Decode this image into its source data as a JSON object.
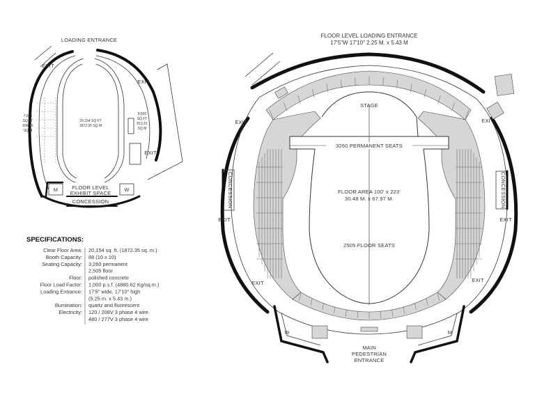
{
  "left_plan": {
    "loading_entrance": "LOADING ENTRANCE",
    "exit": "EXIT",
    "center_area": [
      "20,154 SQ FT",
      "1872.35 SQ M"
    ],
    "left_area": [
      "7,505",
      "SQ FT",
      "696.76",
      "SQ M"
    ],
    "right_area": [
      "8,600",
      "SQ FT",
      "813.15",
      "SQ M"
    ],
    "exhibit_label": [
      "FLOOR LEVEL",
      "EXHIBIT SPACE"
    ],
    "concession": "CONCESSION",
    "men": "M",
    "women": "W"
  },
  "right_plan": {
    "loading_title": "FLOOR LEVEL LOADING ENTRANCE",
    "loading_dims": "17'5\"W 17'10\" 2.25 M. x 5.43 M",
    "stage": "STAGE",
    "permanent_seats": "3260 PERMANENT SEATS",
    "floor_area": "FLOOR AREA 100' x 223'",
    "floor_area_metric": "30.48 M. x 67.97 M.",
    "floor_seats": "2505 FLOOR SEATS",
    "concession": "CONCESSION",
    "exit": "EXIT",
    "women": "W",
    "men": "M",
    "entrance": [
      "MAIN",
      "PEDESTRIAN",
      "ENTRANCE"
    ]
  },
  "specifications": {
    "title": "SPECIFICATIONS:",
    "rows": [
      {
        "label": "Clear Floor Area:",
        "value": "20,154 sq. ft. (1872.35 sq. m.)"
      },
      {
        "label": "Booth Capacity:",
        "value": "88 (10 x 10)"
      },
      {
        "label": "Seating Capacity:",
        "value": "3,260 permanent"
      },
      {
        "label": "",
        "value": "2,505 floor"
      },
      {
        "label": "Floor:",
        "value": "polished concrete"
      },
      {
        "label": "Floor Load Factor:",
        "value": "1,000 p.s.f. (4880.62 Kg/sq.m.)"
      },
      {
        "label": "Loading Entrance:",
        "value": "17'5\" wide, 17'10\" high"
      },
      {
        "label": "",
        "value": "(5.25 m. x 5.43 m.)"
      },
      {
        "label": "Illumination:",
        "value": "quartz and fluorescent"
      },
      {
        "label": "Electricity:",
        "value": "120 / 208V 3 phase 4 wire"
      },
      {
        "label": "",
        "value": "480 / 277V 3 phase 4 wire"
      }
    ]
  }
}
